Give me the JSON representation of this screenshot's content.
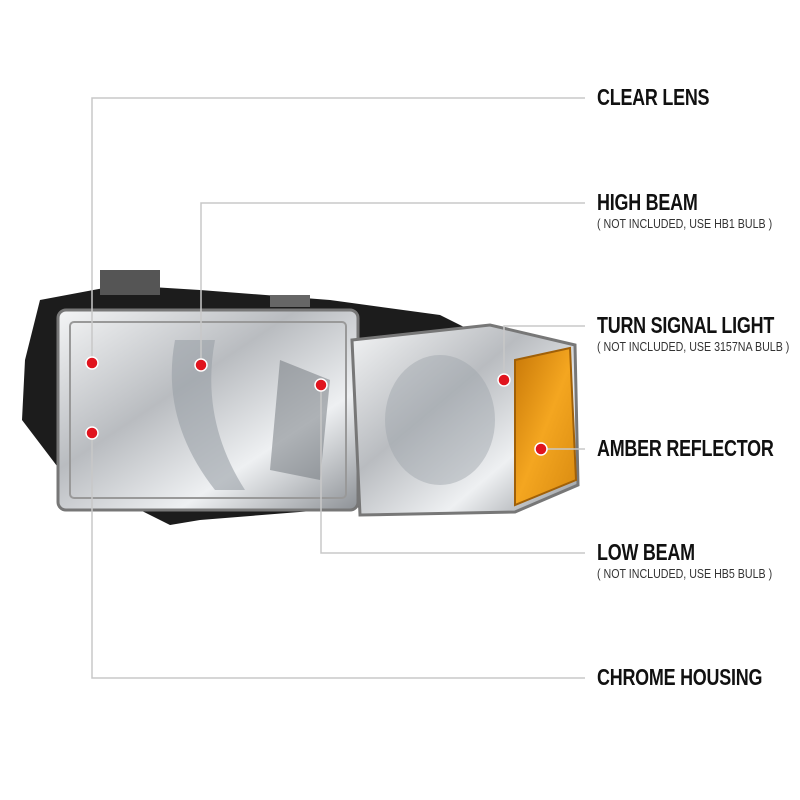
{
  "callouts": [
    {
      "id": "clear-lens",
      "title": "CLEAR LENS"
    },
    {
      "id": "high-beam",
      "title": "HIGH BEAM",
      "note": "( NOT INCLUDED, USE  HB1  BULB )"
    },
    {
      "id": "turn-signal",
      "title": "TURN SIGNAL LIGHT",
      "note": "( NOT INCLUDED, USE  3157NA  BULB )"
    },
    {
      "id": "amber-reflector",
      "title": "AMBER REFLECTOR"
    },
    {
      "id": "low-beam",
      "title": "LOW BEAM",
      "note": "( NOT INCLUDED, USE  HB5  BULB )"
    },
    {
      "id": "chrome-housing",
      "title": "CHROME HOUSING"
    }
  ],
  "colors": {
    "leader": "#c8c8c8",
    "dot": "#e0141e",
    "amber": "#f0a020",
    "chrome": "#d8dadc",
    "backing": "#1c1c1c"
  }
}
